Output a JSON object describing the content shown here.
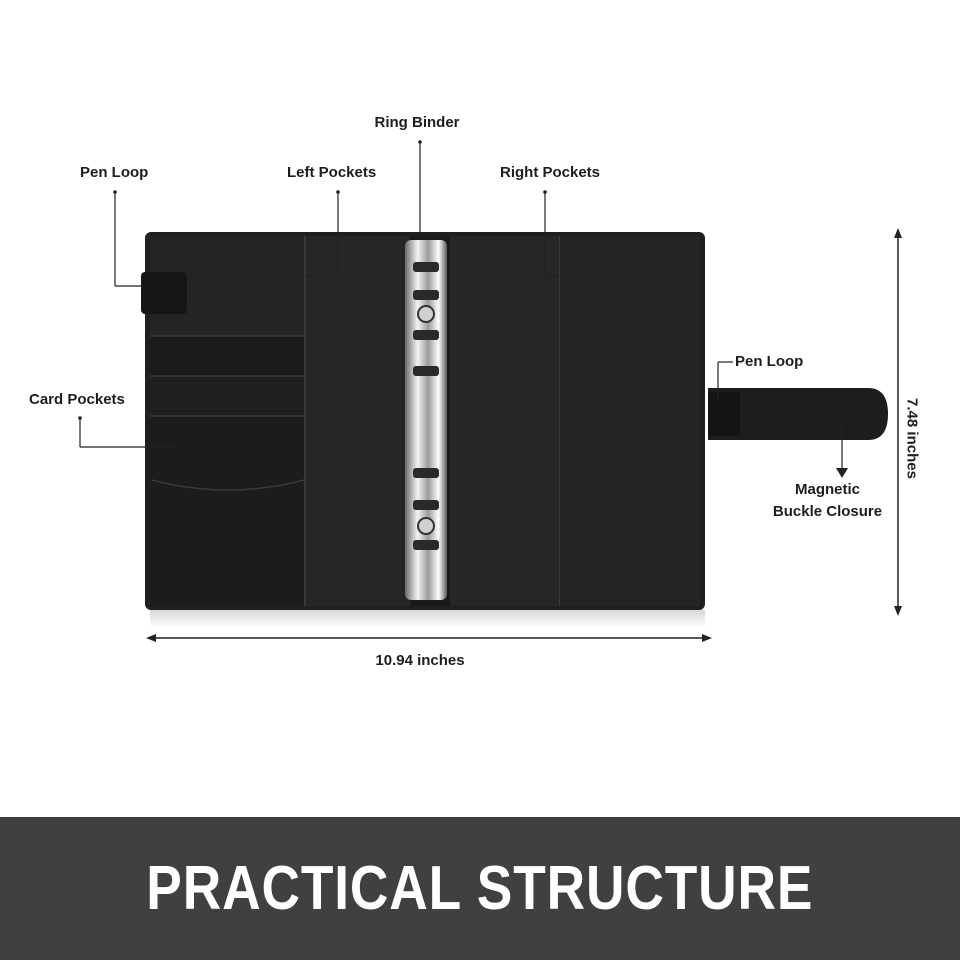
{
  "callouts": {
    "ring_binder": "Ring Binder",
    "pen_loop_left": "Pen Loop",
    "left_pockets": "Left Pockets",
    "right_pockets": "Right Pockets",
    "card_pockets": "Card Pockets",
    "pen_loop_right": "Pen Loop",
    "magnetic_closure": "Magnetic\nBuckle Closure"
  },
  "dimensions": {
    "width": "10.94 inches",
    "height": "7.48 inches"
  },
  "banner": {
    "title": "PRACTICAL STRUCTURE",
    "color": "#404040"
  },
  "product_color": "#1f1f1f"
}
